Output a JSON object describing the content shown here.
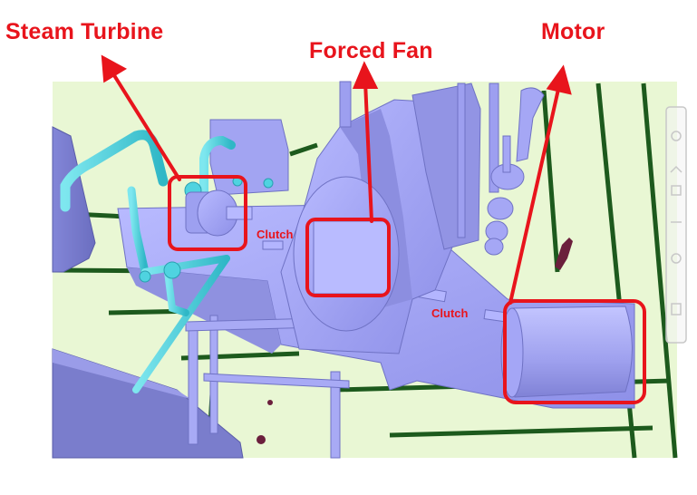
{
  "labels": {
    "steam_turbine": "Steam Turbine",
    "forced_fan": "Forced Fan",
    "motor": "Motor",
    "clutch_left": "Clutch",
    "clutch_right": "Clutch"
  },
  "colors": {
    "callout": "#e8141c",
    "equipment": "#9d9ff5",
    "piping": "#4fd3e0",
    "floor": "#e8f6d2",
    "grid_lines": "#1d5a1d",
    "structure_dark": "#7174c4"
  }
}
